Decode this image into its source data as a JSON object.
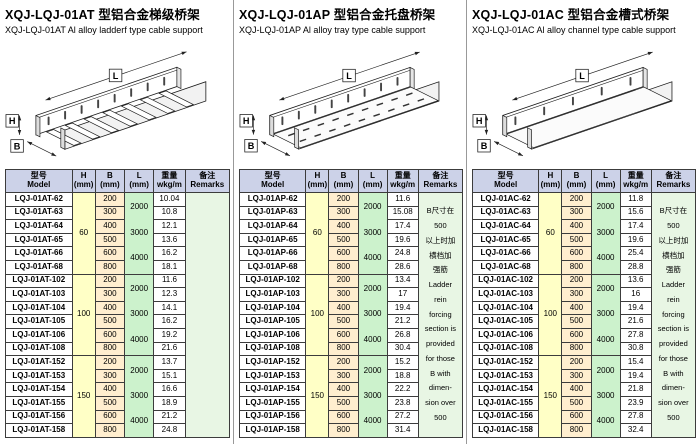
{
  "drawing_labels": {
    "h": "H",
    "b": "B",
    "l": "L"
  },
  "headers": {
    "model_cn": "型号",
    "model_en": "Model",
    "h": "H",
    "b": "B",
    "l": "L",
    "mm": "(mm)",
    "weight_cn": "重量",
    "weight_unit": "wkg/m",
    "remarks_cn": "备注",
    "remarks_en": "Remarks"
  },
  "tables": [
    {
      "type": "ladder",
      "title_cn": "XQJ-LQJ-01AT 型铝合金梯级桥架",
      "title_en": "XQJ-LQJ-01AT  Al alloy ladderf type cable support",
      "groups": [
        {
          "h": "60",
          "l": [
            "2000",
            "3000",
            "4000"
          ],
          "rows": [
            [
              "LQJ-01AT-62",
              "200",
              "10.04"
            ],
            [
              "LQJ-01AT-63",
              "300",
              "10.8"
            ],
            [
              "LQJ-01AT-64",
              "400",
              "12.1"
            ],
            [
              "LQJ-01AT-65",
              "500",
              "13.6"
            ],
            [
              "LQJ-01AT-66",
              "600",
              "16.2"
            ],
            [
              "LQJ-01AT-68",
              "800",
              "18.1"
            ]
          ]
        },
        {
          "h": "100",
          "l": [
            "2000",
            "3000",
            "4000"
          ],
          "rows": [
            [
              "LQJ-01AT-102",
              "200",
              "11.6"
            ],
            [
              "LQJ-01AT-103",
              "300",
              "12.3"
            ],
            [
              "LQJ-01AT-104",
              "400",
              "14.1"
            ],
            [
              "LQJ-01AT-105",
              "500",
              "16.2"
            ],
            [
              "LQJ-01AT-106",
              "600",
              "19.2"
            ],
            [
              "LQJ-01AT-108",
              "800",
              "21.6"
            ]
          ]
        },
        {
          "h": "150",
          "l": [
            "2000",
            "3000",
            "4000"
          ],
          "rows": [
            [
              "LQJ-01AT-152",
              "200",
              "13.7"
            ],
            [
              "LQJ-01AT-153",
              "300",
              "15.1"
            ],
            [
              "LQJ-01AT-154",
              "400",
              "16.6"
            ],
            [
              "LQJ-01AT-155",
              "500",
              "18.9"
            ],
            [
              "LQJ-01AT-156",
              "600",
              "21.2"
            ],
            [
              "LQJ-01AT-158",
              "800",
              "24.8"
            ]
          ]
        }
      ],
      "remarks": []
    },
    {
      "type": "tray",
      "title_cn": "XQJ-LQJ-01AP 型铝合金托盘桥架",
      "title_en": "XQJ-LQJ-01AP  Al alloy tray type cable support",
      "groups": [
        {
          "h": "60",
          "l": [
            "2000",
            "3000",
            "4000"
          ],
          "rows": [
            [
              "LQJ-01AP-62",
              "200",
              "11.6"
            ],
            [
              "LQJ-01AP-63",
              "300",
              "15.08"
            ],
            [
              "LQJ-01AP-64",
              "400",
              "17.4"
            ],
            [
              "LQJ-01AP-65",
              "500",
              "19.6"
            ],
            [
              "LQJ-01AP-66",
              "600",
              "24.8"
            ],
            [
              "LQJ-01AP-68",
              "800",
              "28.6"
            ]
          ]
        },
        {
          "h": "100",
          "l": [
            "2000",
            "3000",
            "4000"
          ],
          "rows": [
            [
              "LQJ-01AP-102",
              "200",
              "13.4"
            ],
            [
              "LQJ-01AP-103",
              "300",
              "17"
            ],
            [
              "LQJ-01AP-104",
              "400",
              "19.4"
            ],
            [
              "LQJ-01AP-105",
              "500",
              "21.2"
            ],
            [
              "LQJ-01AP-106",
              "600",
              "26.8"
            ],
            [
              "LQJ-01AP-108",
              "800",
              "30.4"
            ]
          ]
        },
        {
          "h": "150",
          "l": [
            "2000",
            "3000",
            "4000"
          ],
          "rows": [
            [
              "LQJ-01AP-152",
              "200",
              "15.2"
            ],
            [
              "LQJ-01AP-153",
              "300",
              "18.8"
            ],
            [
              "LQJ-01AP-154",
              "400",
              "22.2"
            ],
            [
              "LQJ-01AP-155",
              "500",
              "23.8"
            ],
            [
              "LQJ-01AP-156",
              "600",
              "27.2"
            ],
            [
              "LQJ-01AP-158",
              "800",
              "31.4"
            ]
          ]
        }
      ],
      "remarks": [
        "B尺寸在",
        "500",
        "以上时加",
        "横档加",
        "强筋",
        "Ladder",
        "rein",
        "forcing",
        "section is",
        "provided",
        "for those",
        "B with",
        "dimen-",
        "sion over",
        "500"
      ]
    },
    {
      "type": "channel",
      "title_cn": "XQJ-LQJ-01AC 型铝合金槽式桥架",
      "title_en": "XQJ-LQJ-01AC  Al alloy channel type cable support",
      "groups": [
        {
          "h": "60",
          "l": [
            "2000",
            "3000",
            "4000"
          ],
          "rows": [
            [
              "LQJ-01AC-62",
              "200",
              "11.8"
            ],
            [
              "LQJ-01AC-63",
              "300",
              "15.6"
            ],
            [
              "LQJ-01AC-64",
              "400",
              "17.4"
            ],
            [
              "LQJ-01AC-65",
              "500",
              "19.6"
            ],
            [
              "LQJ-01AC-66",
              "600",
              "25.4"
            ],
            [
              "LQJ-01AC-68",
              "800",
              "28.8"
            ]
          ]
        },
        {
          "h": "100",
          "l": [
            "2000",
            "3000",
            "4000"
          ],
          "rows": [
            [
              "LQJ-01AC-102",
              "200",
              "13.6"
            ],
            [
              "LQJ-01AC-103",
              "300",
              "16"
            ],
            [
              "LQJ-01AC-104",
              "400",
              "19.4"
            ],
            [
              "LQJ-01AC-105",
              "500",
              "21.6"
            ],
            [
              "LQJ-01AC-106",
              "600",
              "27.8"
            ],
            [
              "LQJ-01AC-108",
              "800",
              "30.8"
            ]
          ]
        },
        {
          "h": "150",
          "l": [
            "2000",
            "3000",
            "4000"
          ],
          "rows": [
            [
              "LQJ-01AC-152",
              "200",
              "15.4"
            ],
            [
              "LQJ-01AC-153",
              "300",
              "19.4"
            ],
            [
              "LQJ-01AC-154",
              "400",
              "21.8"
            ],
            [
              "LQJ-01AC-155",
              "500",
              "23.9"
            ],
            [
              "LQJ-01AC-156",
              "600",
              "27.8"
            ],
            [
              "LQJ-01AC-158",
              "800",
              "32.4"
            ]
          ]
        }
      ],
      "remarks": [
        "B尺寸在",
        "500",
        "以上时加",
        "横档加",
        "强筋",
        "Ladder",
        "rein",
        "forcing",
        "section is",
        "provided",
        "for those",
        "B with",
        "dimen-",
        "sion over",
        "500"
      ]
    }
  ]
}
